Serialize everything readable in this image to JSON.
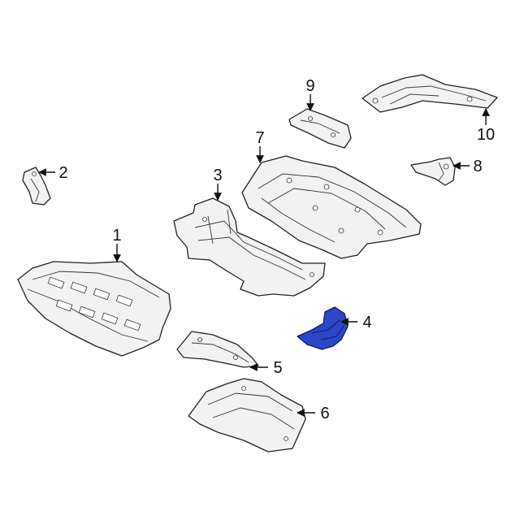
{
  "diagram": {
    "callouts": [
      {
        "id": "1",
        "label": "1"
      },
      {
        "id": "2",
        "label": "2"
      },
      {
        "id": "3",
        "label": "3"
      },
      {
        "id": "4",
        "label": "4"
      },
      {
        "id": "5",
        "label": "5"
      },
      {
        "id": "6",
        "label": "6"
      },
      {
        "id": "7",
        "label": "7"
      },
      {
        "id": "8",
        "label": "8"
      },
      {
        "id": "9",
        "label": "9"
      },
      {
        "id": "10",
        "label": "10"
      }
    ],
    "highlight_color": "#2f45c8",
    "highlighted_part": "4"
  }
}
